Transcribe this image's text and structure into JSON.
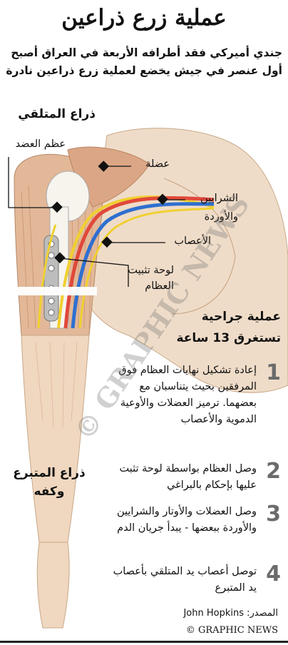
{
  "header": {
    "title": "عملية زرع ذراعين",
    "subtitle": "جندي أميركي فقد أطرافه الأربعة في العراق أصبح أول عنصر في جيش يخضع لعملية زرع ذراعين نادرة"
  },
  "labels": {
    "recipient_arm": "ذراع المتلقي",
    "humerus": "عظم العضد",
    "muscle": "عضلة",
    "vessels": "الشرايين والأوردة",
    "nerves": "الأعصاب",
    "fixation_plate": "لوحة تثبيت العظام",
    "donor_arm": "ذراع المتبرع وكفه"
  },
  "procedure": {
    "heading": "عملية جراحية",
    "duration": "تستغرق 13 ساعة",
    "steps": [
      {
        "num": "1",
        "text": "إعادة تشكيل نهايات العظام فوق المرفقين بحيث يتناسبان مع بعضهما. ترميز العضلات والأوعية الدموية والأعصاب"
      },
      {
        "num": "2",
        "text": "وصل العظام بواسطة لوحة تثبت عليها بإحكام بالبراغي"
      },
      {
        "num": "3",
        "text": "وصل العضلات والأوتار والشرايين والأوردة ببعضها - يبدأ جريان الدم"
      },
      {
        "num": "4",
        "text": "توصل أعصاب يد المتلقي بأعصاب يد المتبرع"
      }
    ]
  },
  "footer": {
    "source": "المصدر: John Hopkins",
    "copyright": "© GRAPHIC NEWS"
  },
  "watermark": "© GRAPHIC NEWS",
  "colors": {
    "skin": "#f2dcc4",
    "muscle": "#d8a888",
    "artery": "#e0483a",
    "vein": "#2f6fd0",
    "nerve": "#f0d030",
    "bone": "#f7f4ee",
    "plate": "#b9b9b9"
  }
}
